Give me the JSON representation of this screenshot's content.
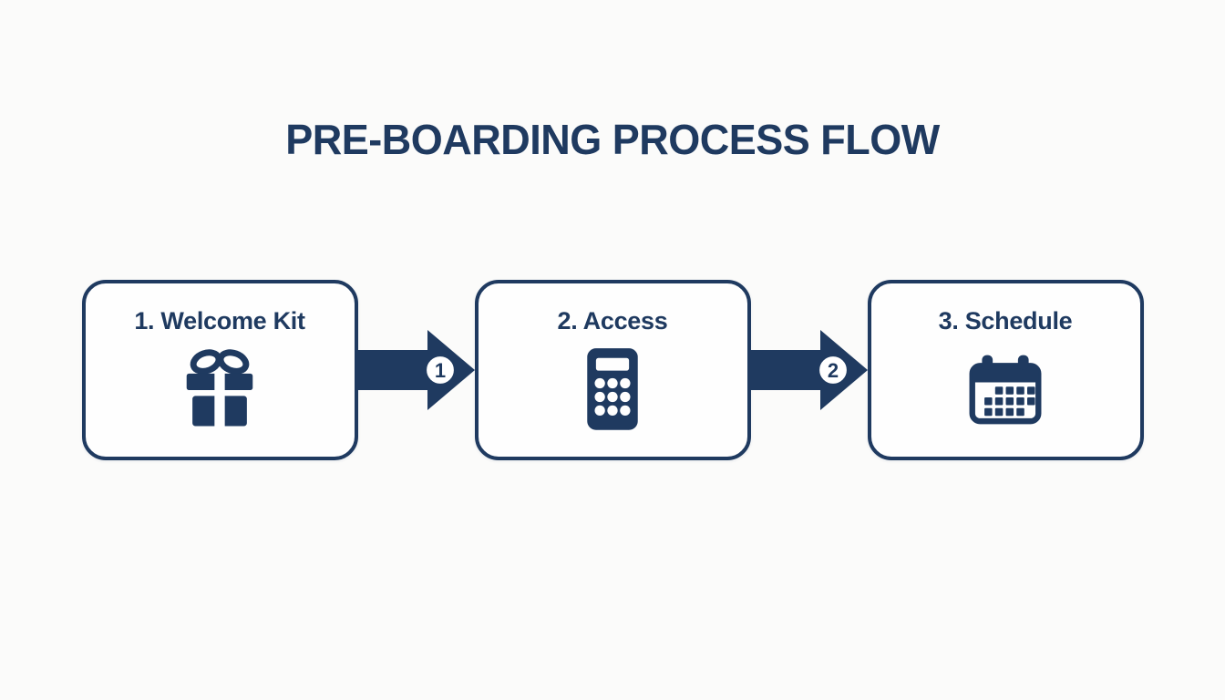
{
  "title": "PRE-BOARDING PROCESS FLOW",
  "colors": {
    "navy": "#1f3a60",
    "background": "#fbfbfa",
    "box_fill": "#fefefe"
  },
  "steps": [
    {
      "label": "1. Welcome Kit",
      "icon": "gift-icon"
    },
    {
      "label": "2. Access",
      "icon": "calculator-icon"
    },
    {
      "label": "3. Schedule",
      "icon": "calendar-icon"
    }
  ],
  "connectors": [
    {
      "number": "1"
    },
    {
      "number": "2"
    }
  ]
}
